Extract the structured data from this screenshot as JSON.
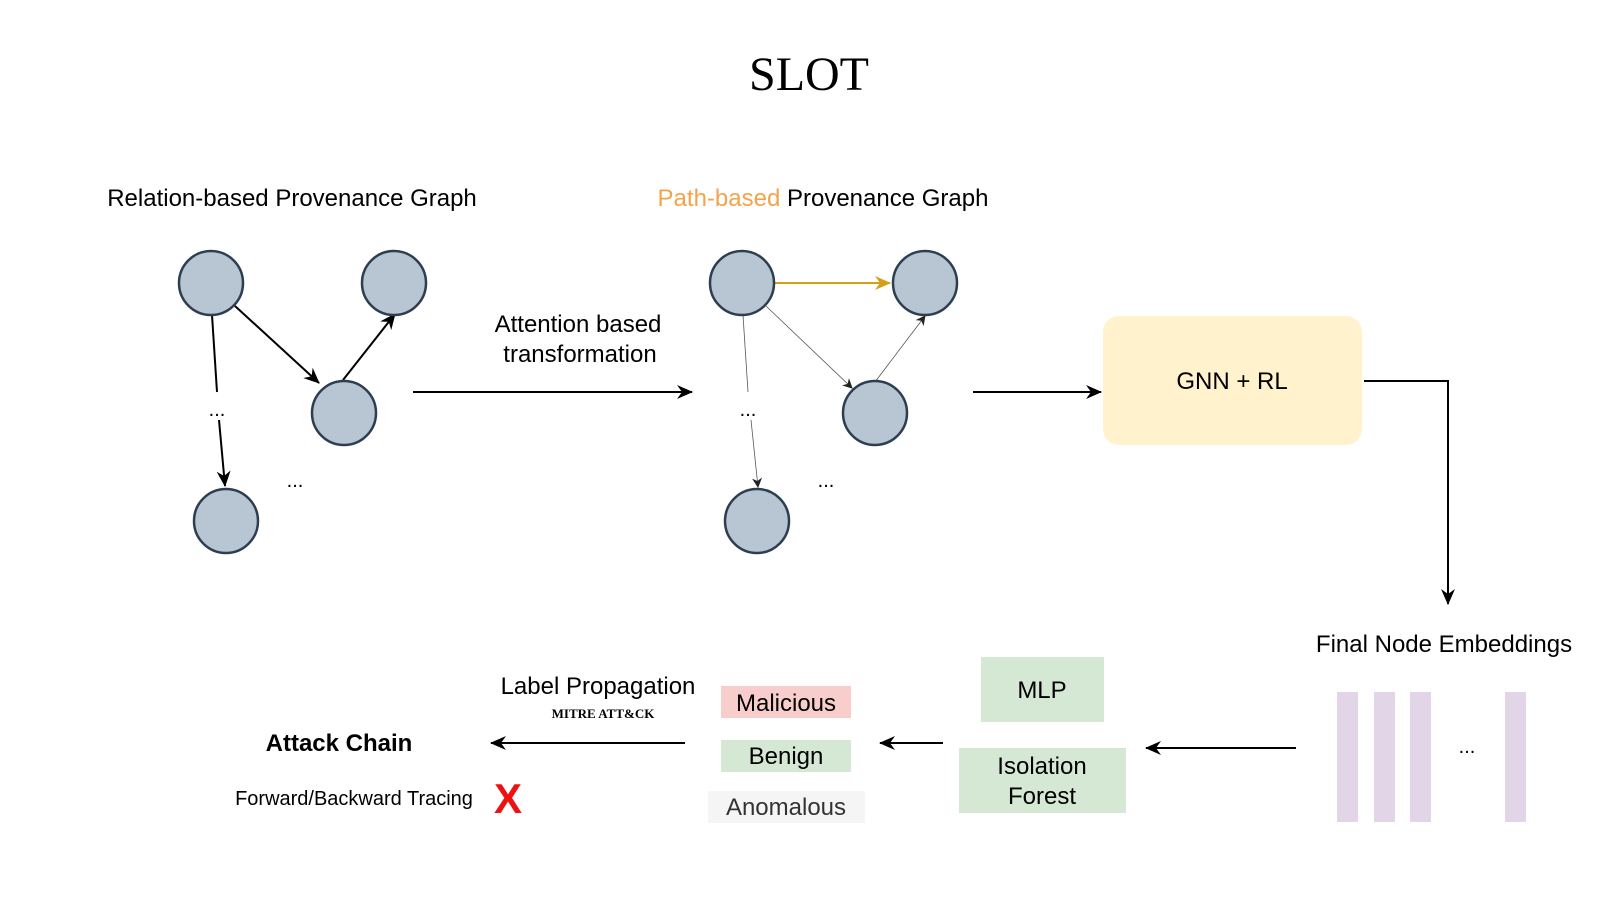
{
  "title": "SLOT",
  "relation_graph": {
    "label": "Relation-based Provenance Graph",
    "ellipsis_1": "...",
    "ellipsis_2": "..."
  },
  "transform": {
    "line1": "Attention based",
    "line2": "transformation"
  },
  "path_graph": {
    "label_highlight": "Path-based",
    "label_rest": " Provenance Graph",
    "ellipsis_1": "...",
    "ellipsis_2": "..."
  },
  "gnn": {
    "label": "GNN + RL"
  },
  "embeddings": {
    "label": "Final Node Embeddings",
    "ellipsis": "..."
  },
  "detectors": {
    "mlp": "MLP",
    "iso_line1": "Isolation",
    "iso_line2": "Forest"
  },
  "labels": {
    "malicious": "Malicious",
    "benign": "Benign",
    "anomalous": "Anomalous"
  },
  "propagation": {
    "label": "Label Propagation",
    "sub": "MITRE ATT&CK"
  },
  "attack": {
    "label": "Attack Chain",
    "tracing": "Forward/Backward Tracing",
    "cross": "X"
  },
  "colors": {
    "node_fill": "#b8c6d3",
    "node_stroke": "#2d3e50",
    "path_highlight": "#f5a34a",
    "path_edge": "#d4a017",
    "gnn_fill": "#fff2cc",
    "embedding_bar": "#e1d5e7",
    "detector_fill": "#d5e8d4",
    "malicious_fill": "#f8cecc",
    "benign_fill": "#d5e8d4",
    "anomalous_fill": "#f5f5f5",
    "cross": "#ee1111"
  }
}
